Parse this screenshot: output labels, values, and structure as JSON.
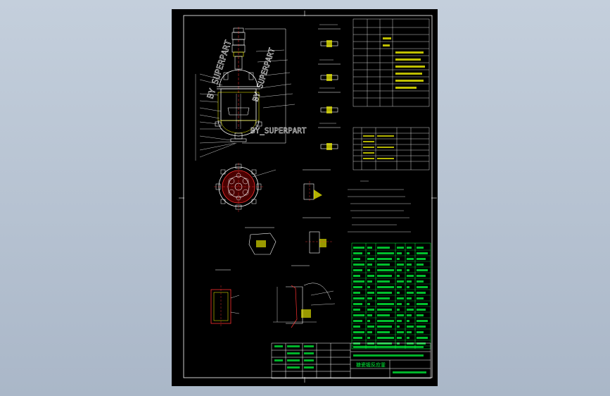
{
  "viewport": {
    "background_top": "#c4cfdc",
    "background_bottom": "#aab7c8"
  },
  "sheet": {
    "background": "#000000",
    "frame_color": "#ffffff"
  },
  "colors": {
    "white": "#ffffff",
    "green": "#00ff3c",
    "yellow": "#ffff00",
    "red": "#ff3030",
    "cyan": "#00ffff",
    "magenta": "#ff40ff"
  },
  "watermarks": {
    "text_1": "BY SUPERPART",
    "text_2": "BY SUPERPART",
    "text_3": "BY_SUPERPART"
  },
  "title_block": {
    "drawing_title": "搪瓷锻反应釜"
  },
  "icons": {
    "reactor_assembly": "reactor-vessel-drawing",
    "top_view": "flange-top-view-drawing",
    "details": "weld-detail-drawing"
  }
}
